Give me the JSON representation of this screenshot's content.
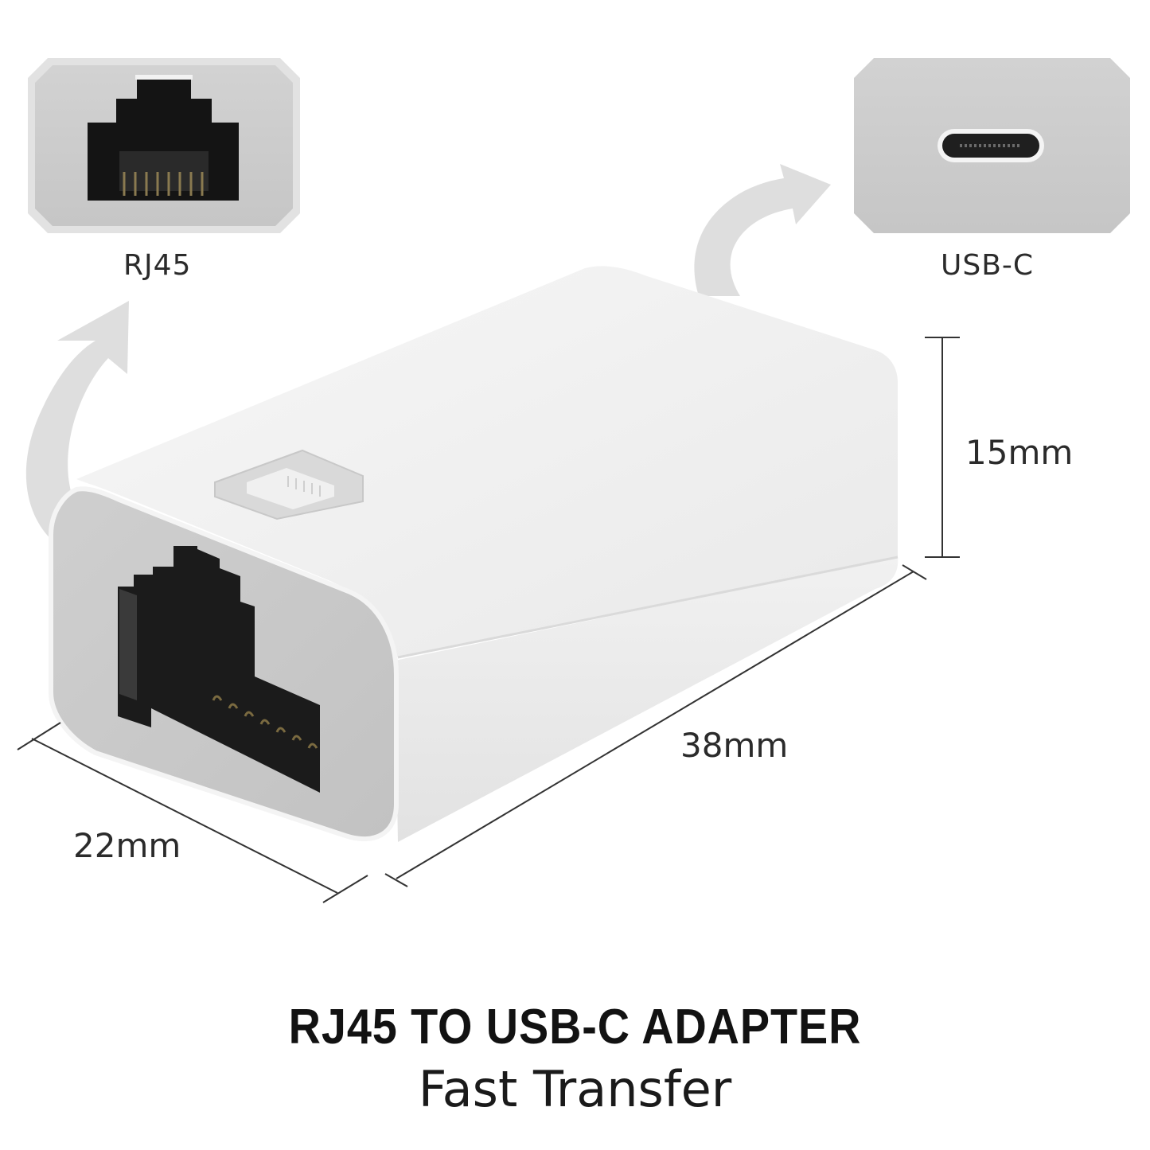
{
  "port_labels": {
    "rj45": "RJ45",
    "usbc": "USB-C"
  },
  "dimensions": {
    "height": "15mm",
    "length": "38mm",
    "width": "22mm"
  },
  "headline": {
    "title": "RJ45 TO USB-C ADAPTER",
    "subtitle": "Fast Transfer"
  },
  "icons": {
    "rj45_port_closeup": "rj45-port-icon",
    "usbc_port_closeup": "usbc-port-icon",
    "ethernet_emblem": "ethernet-port-icon",
    "direction_arrows": "curved-arrow-icon"
  },
  "colors": {
    "panel_gray": "#c9c9c9",
    "adapter_white": "#f4f4f4",
    "port_black": "#1c1c1c",
    "text_dark": "#121212"
  }
}
